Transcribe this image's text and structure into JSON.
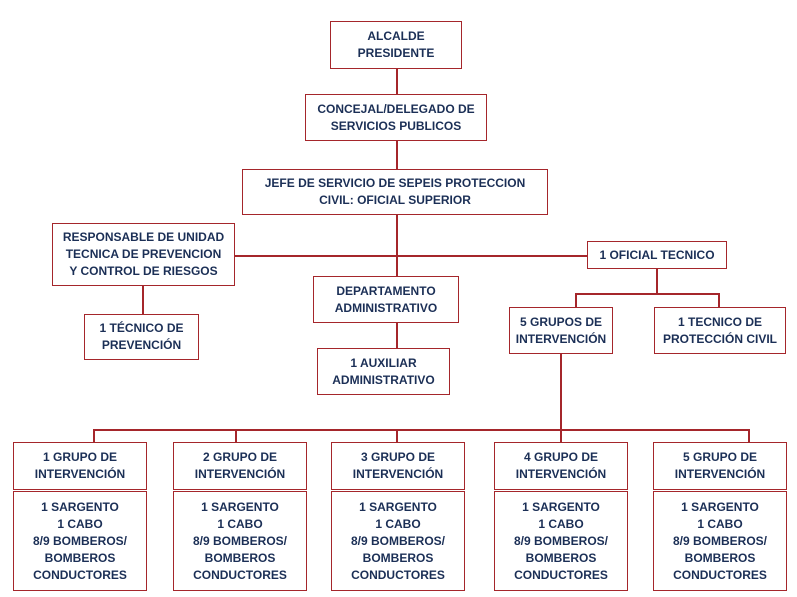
{
  "colors": {
    "border": "#a5262b",
    "text": "#1b2f56",
    "background": "#ffffff"
  },
  "org": {
    "alcalde": [
      "ALCALDE",
      "PRESIDENTE"
    ],
    "concejal": [
      "CONCEJAL/DELEGADO DE",
      "SERVICIOS PUBLICOS"
    ],
    "jefe": [
      "JEFE DE SERVICIO DE SEPEIS PROTECCION",
      "CIVIL: OFICIAL SUPERIOR"
    ],
    "responsable": [
      "RESPONSABLE DE UNIDAD",
      "TECNICA DE PREVENCION",
      "Y CONTROL DE RIESGOS"
    ],
    "tecnico_prevencion": [
      "1 TÉCNICO DE",
      "PREVENCIÓN"
    ],
    "departamento": [
      "DEPARTAMENTO",
      "ADMINISTRATIVO"
    ],
    "auxiliar": [
      "1 AUXILIAR",
      "ADMINISTRATIVO"
    ],
    "oficial_tecnico": [
      "1 OFICIAL TECNICO"
    ],
    "cinco_grupos": [
      "5 GRUPOS DE",
      "INTERVENCIÓN"
    ],
    "tecnico_proteccion": [
      "1 TECNICO DE",
      "PROTECCIÓN CIVIL"
    ],
    "grupos": [
      {
        "title": [
          "1 GRUPO DE",
          "INTERVENCIÓN"
        ],
        "members": [
          "1 SARGENTO",
          "1 CABO",
          "8/9 BOMBEROS/",
          "BOMBEROS",
          "CONDUCTORES"
        ]
      },
      {
        "title": [
          "2 GRUPO DE",
          "INTERVENCIÓN"
        ],
        "members": [
          "1 SARGENTO",
          "1 CABO",
          "8/9 BOMBEROS/",
          "BOMBEROS",
          "CONDUCTORES"
        ]
      },
      {
        "title": [
          "3 GRUPO DE",
          "INTERVENCIÓN"
        ],
        "members": [
          "1 SARGENTO",
          "1 CABO",
          "8/9 BOMBEROS/",
          "BOMBEROS",
          "CONDUCTORES"
        ]
      },
      {
        "title": [
          "4 GRUPO DE",
          "INTERVENCIÓN"
        ],
        "members": [
          "1 SARGENTO",
          "1 CABO",
          "8/9 BOMBEROS/",
          "BOMBEROS",
          "CONDUCTORES"
        ]
      },
      {
        "title": [
          "5 GRUPO DE",
          "INTERVENCIÓN"
        ],
        "members": [
          "1 SARGENTO",
          "1 CABO",
          "8/9 BOMBEROS/",
          "BOMBEROS",
          "CONDUCTORES"
        ]
      }
    ]
  }
}
